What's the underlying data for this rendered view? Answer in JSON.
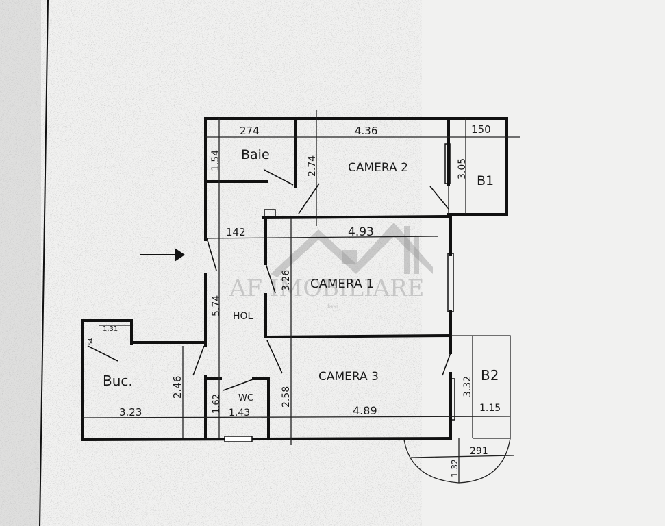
{
  "rooms": {
    "baie": "Baie",
    "camera2": "CAMERA 2",
    "b1": "B1",
    "camera1": "CAMERA 1",
    "hol": "HOL",
    "buc": "Buc.",
    "wc": "WC",
    "camera3": "CAMERA 3",
    "b2": "B2"
  },
  "dimensions": {
    "baie_width": "274",
    "baie_height": "1.54",
    "camera2_width": "4.36",
    "camera2_height": "2.74",
    "b1_width": "150",
    "b1_height": "3.05",
    "hol_width": "142",
    "hol_length": "5.74",
    "camera1_width": "4.93",
    "camera1_height": "3.26",
    "pantry_width": "1.31",
    "pantry_height": "54",
    "buc_width": "3.23",
    "buc_height": "2.46",
    "wc_height": "1.62",
    "wc_width": "1.43",
    "camera3_height": "2.58",
    "camera3_width": "4.89",
    "b2_height": "3.32",
    "b2_width": "1.15",
    "balcony_width": "291",
    "balcony_depth": "1.32"
  },
  "watermark": {
    "brand": "AF IMOBILIARE",
    "city": "Iasi"
  },
  "colors": {
    "paper": "#f1f1f0",
    "ink": "#111111",
    "watermark": "#9a9a9a"
  }
}
